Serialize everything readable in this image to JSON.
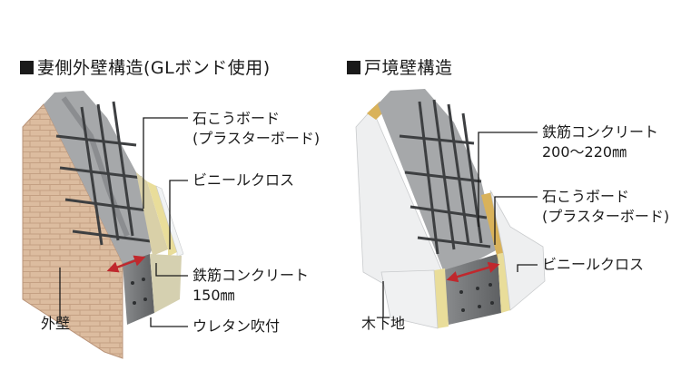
{
  "left": {
    "title": "妻側外壁構造(GLボンド使用)",
    "labels": {
      "gypsum_1": "石こうボード",
      "gypsum_2": "(プラスターボード)",
      "vinyl": "ビニールクロス",
      "rc_1": "鉄筋コンクリート",
      "rc_2": "150㎜",
      "urethane": "ウレタン吹付",
      "exterior": "外壁"
    }
  },
  "right": {
    "title": "戸境壁構造",
    "labels": {
      "rc_1": "鉄筋コンクリート",
      "rc_2": "200〜220㎜",
      "gypsum_1": "石こうボード",
      "gypsum_2": "(プラスターボード)",
      "vinyl": "ビニールクロス",
      "wood_base": "木下地"
    }
  },
  "colors": {
    "concrete": "#8c8e90",
    "concrete_dark": "#5f6163",
    "brick": "#d9b79a",
    "gypsum": "#e8dca0",
    "wood": "#d9b25a",
    "vinyl": "#e9ecee",
    "arrow": "#c0282d"
  }
}
